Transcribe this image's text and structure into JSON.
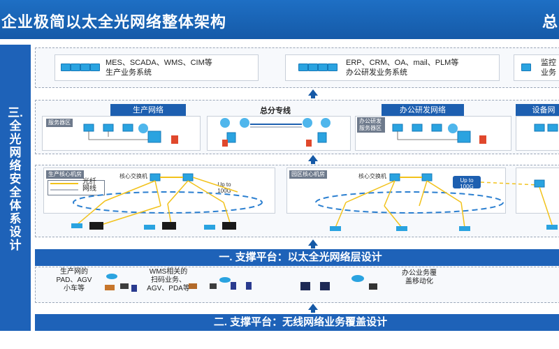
{
  "header": {
    "title": "企业极简以太全光网络整体架构",
    "title_right": "总"
  },
  "left_panel": {
    "text": "三.全光网络安全体系设计"
  },
  "apps": {
    "production": {
      "line1": "MES、SCADA、WMS、CIM等",
      "line2": "生产业务系统"
    },
    "office": {
      "line1": "ERP、CRM、OA、mail、PLM等",
      "line2": "办公研发业务系统"
    },
    "monitor": {
      "line1": "监控",
      "line2": "业务"
    }
  },
  "networks": {
    "production": {
      "label": "生产网络",
      "tag": "服务器区"
    },
    "office": {
      "label": "办公研发网络",
      "tag": "办公研发服务器区"
    },
    "device": {
      "label": "设备网"
    },
    "dedicated_line": "总分专线"
  },
  "core": {
    "production": {
      "tag": "生产核心机房",
      "switch_label": "核心交换机",
      "legend": "光纤 网线",
      "uplink": "Up to 100G"
    },
    "campus": {
      "tag": "园区核心机房",
      "switch_label": "核心交换机",
      "uplink": "Up to 100G"
    }
  },
  "platforms": {
    "ethernet": "一. 支撑平台：以太全光网络层设计",
    "wireless": "二. 支撑平台：无线网络业务覆盖设计"
  },
  "terminals": {
    "production": "生产网的PAD、AGV小车等",
    "wms": "WMS相关的扫码业务、AGV、PDA等",
    "office": "办公业务覆盖移动化"
  },
  "colors": {
    "brand_blue": "#1e62b8",
    "fiber_yellow": "#f2c21b",
    "ring_blue": "#2b7fd0"
  }
}
